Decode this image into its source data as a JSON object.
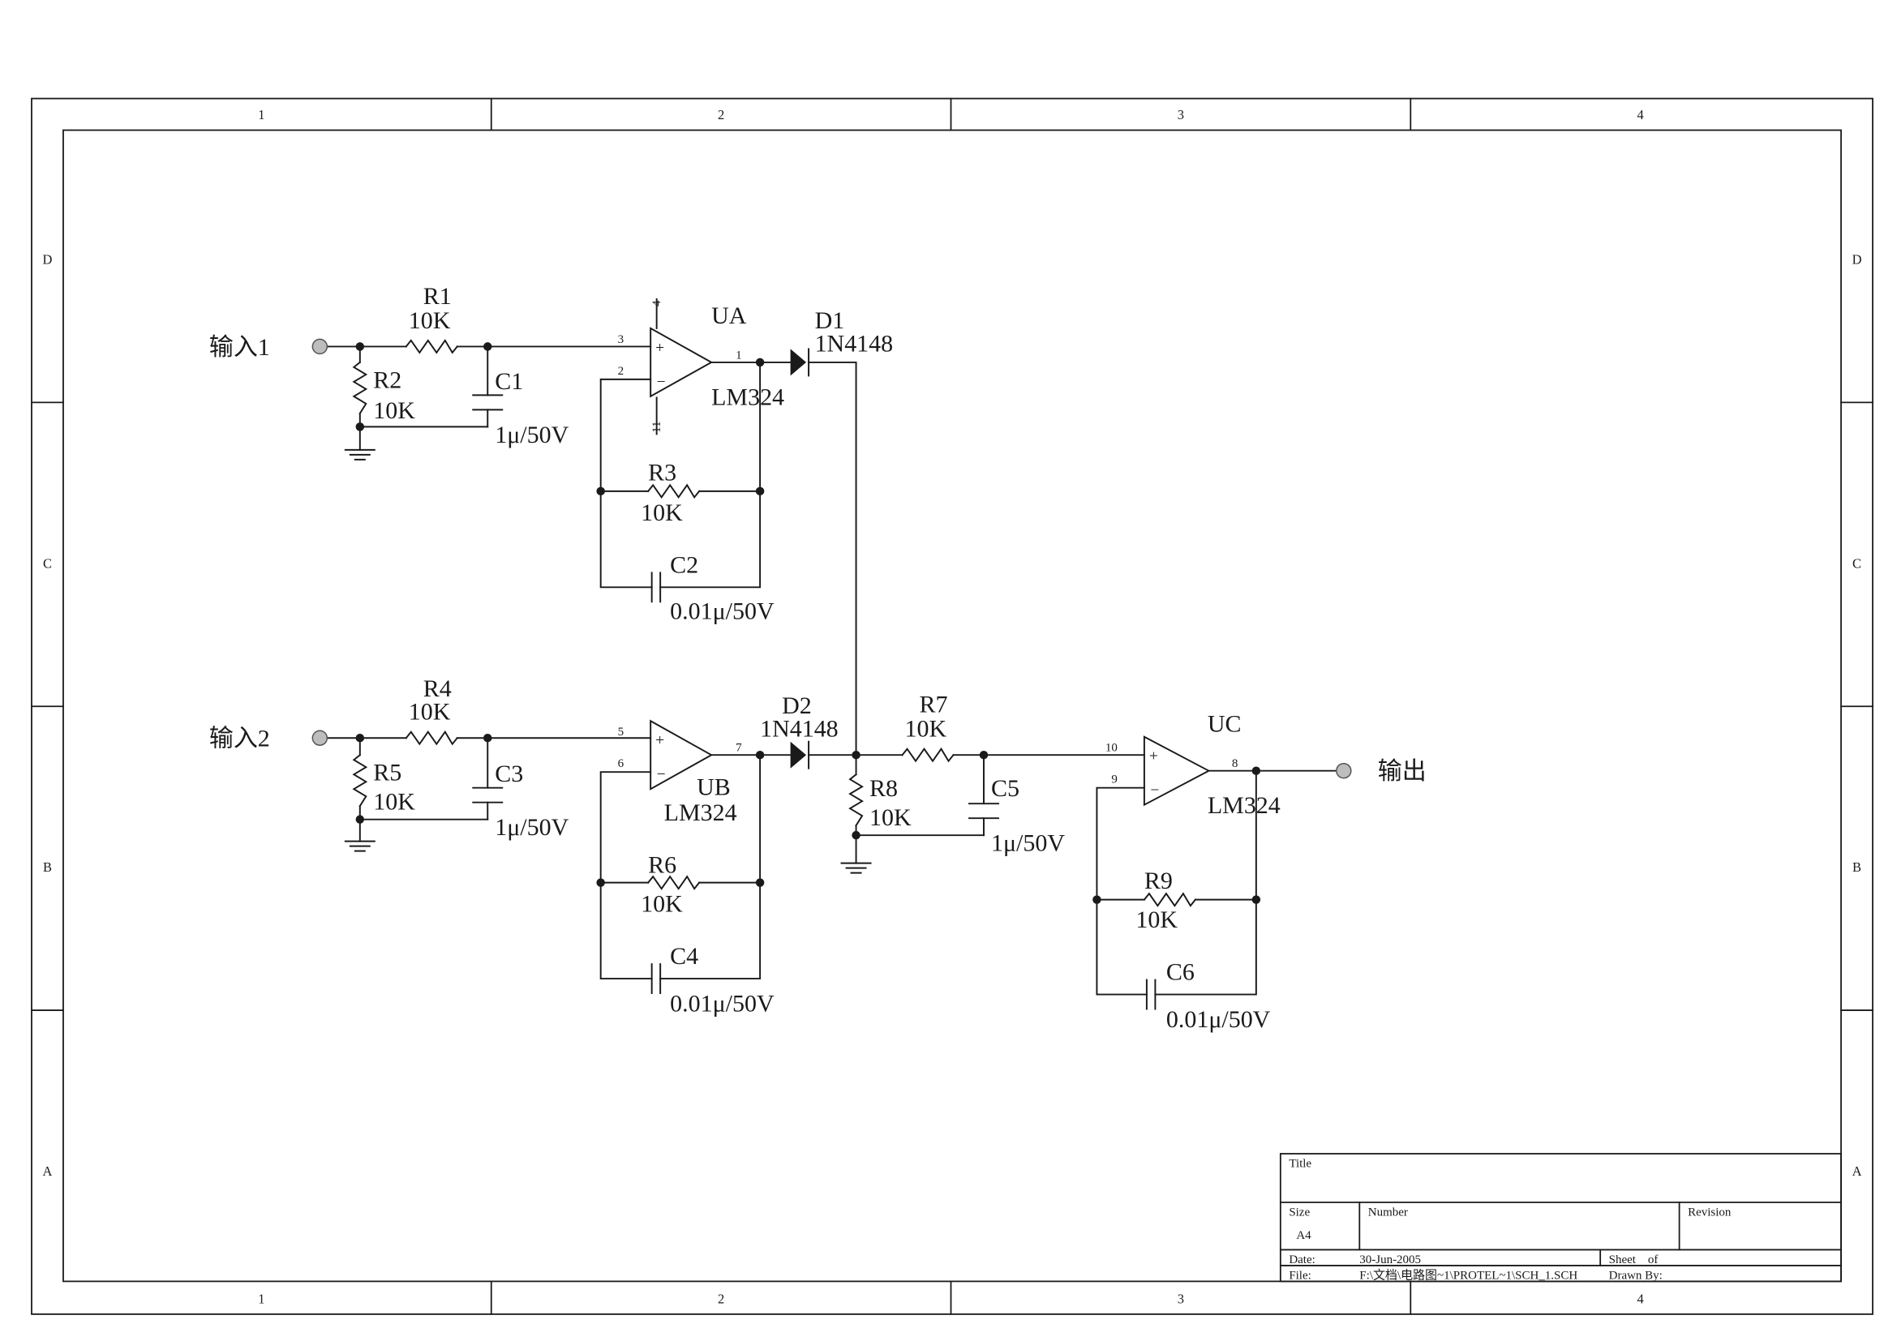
{
  "frame": {
    "columns": [
      "1",
      "2",
      "3",
      "4"
    ],
    "rows": [
      "D",
      "C",
      "B",
      "A"
    ]
  },
  "ports": {
    "in1": "输入1",
    "in2": "输入2",
    "out": "输出"
  },
  "components": {
    "R1": {
      "ref": "R1",
      "value": "10K"
    },
    "R2": {
      "ref": "R2",
      "value": "10K"
    },
    "R3": {
      "ref": "R3",
      "value": "10K"
    },
    "R4": {
      "ref": "R4",
      "value": "10K"
    },
    "R5": {
      "ref": "R5",
      "value": "10K"
    },
    "R6": {
      "ref": "R6",
      "value": "10K"
    },
    "R7": {
      "ref": "R7",
      "value": "10K"
    },
    "R8": {
      "ref": "R8",
      "value": "10K"
    },
    "R9": {
      "ref": "R9",
      "value": "10K"
    },
    "C1": {
      "ref": "C1",
      "value": "1μ/50V"
    },
    "C2": {
      "ref": "C2",
      "value": "0.01μ/50V"
    },
    "C3": {
      "ref": "C3",
      "value": "1μ/50V"
    },
    "C4": {
      "ref": "C4",
      "value": "0.01μ/50V"
    },
    "C5": {
      "ref": "C5",
      "value": "1μ/50V"
    },
    "C6": {
      "ref": "C6",
      "value": "0.01μ/50V"
    },
    "D1": {
      "ref": "D1",
      "value": "1N4148"
    },
    "D2": {
      "ref": "D2",
      "value": "1N4148"
    },
    "UA": {
      "ref": "UA",
      "value": "LM324",
      "pins": {
        "noninv": "3",
        "inv": "2",
        "out": "1",
        "vpos": "4",
        "vneg": "11"
      }
    },
    "UB": {
      "ref": "UB",
      "value": "LM324",
      "pins": {
        "noninv": "5",
        "inv": "6",
        "out": "7"
      }
    },
    "UC": {
      "ref": "UC",
      "value": "LM324",
      "pins": {
        "noninv": "10",
        "inv": "9",
        "out": "8"
      }
    }
  },
  "title_block": {
    "title_label": "Title",
    "size_label": "Size",
    "size_value": "A4",
    "number_label": "Number",
    "revision_label": "Revision",
    "date_label": "Date:",
    "date_value": "30-Jun-2005",
    "sheet_label": "Sheet    of",
    "file_label": "File:",
    "file_value": "F:\\文档\\电路图~1\\PROTEL~1\\SCH_1.SCH",
    "drawn_label": "Drawn By:"
  }
}
